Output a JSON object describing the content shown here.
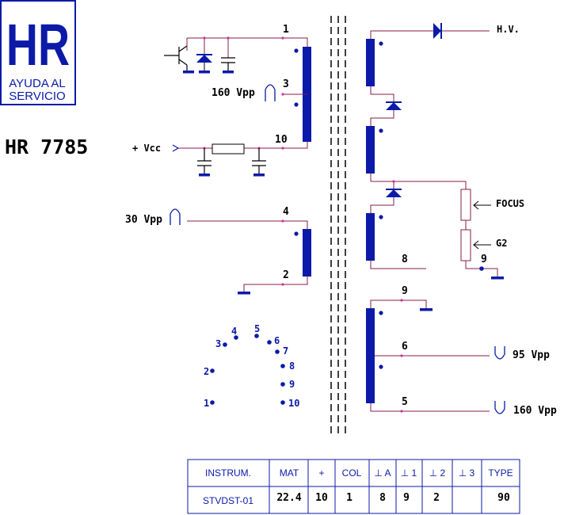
{
  "logo": {
    "mark": "HR",
    "line1": "AYUDA AL",
    "line2": "SERVICIO"
  },
  "model": "HR 7785",
  "primary": {
    "pin1": "1",
    "pin3": "3",
    "pin10": "10",
    "pulse_label": "160 Vpp",
    "vcc_label": "+ Vcc"
  },
  "aux_winding": {
    "pin4": "4",
    "pin2": "2",
    "pulse_label": "30 Vpp"
  },
  "hv_section": {
    "hv_label": "H.V.",
    "focus_label": "FOCUS",
    "g2_label": "G2",
    "pin8": "8",
    "pin9": "9"
  },
  "secondary": {
    "pin9": "9",
    "pin6": "6",
    "pin5": "5",
    "out6_label": "95 Vpp",
    "out5_label": "160 Vpp"
  },
  "pinout": [
    {
      "label": "1"
    },
    {
      "label": "2"
    },
    {
      "label": "3"
    },
    {
      "label": "4"
    },
    {
      "label": "5"
    },
    {
      "label": "6"
    },
    {
      "label": "7"
    },
    {
      "label": "8"
    },
    {
      "label": "9"
    },
    {
      "label": "10"
    }
  ],
  "table": {
    "headers": [
      "INSTRUM.",
      "MAT",
      "+",
      "COL",
      "⊥ A",
      "⊥ 1",
      "⊥ 2",
      "⊥ 3",
      "TYPE"
    ],
    "values": [
      "STVDST-01",
      "22.4",
      "10",
      "1",
      "8",
      "9",
      "2",
      "",
      "90"
    ]
  },
  "colors": {
    "ink": "#0b1aa8",
    "wire": "#8a1d48",
    "text": "#000000"
  }
}
